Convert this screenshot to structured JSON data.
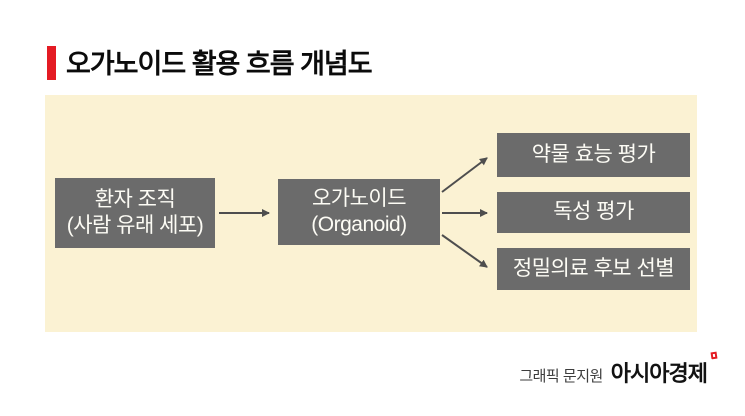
{
  "header": {
    "title": "오가노이드 활용 흐름 개념도",
    "accent_color": "#e41b23"
  },
  "diagram": {
    "panel_bg_color": "#fbf2d3",
    "node_bg_color": "#6b6b6b",
    "node_text_color": "#fdfcf5",
    "arrow_color": "#4e4e4e",
    "source": {
      "line1": "환자 조직",
      "line2": "(사람 유래 세포)"
    },
    "center": {
      "line1": "오가노이드",
      "line2": "(Organoid)"
    },
    "outputs": [
      {
        "label": "약물 효능 평가"
      },
      {
        "label": "독성 평가"
      },
      {
        "label": "정밀의료 후보 선별"
      }
    ]
  },
  "footer": {
    "credit": "그래픽 문지원",
    "brand": "아시아경제",
    "brand_mark_color": "#e41b23"
  }
}
